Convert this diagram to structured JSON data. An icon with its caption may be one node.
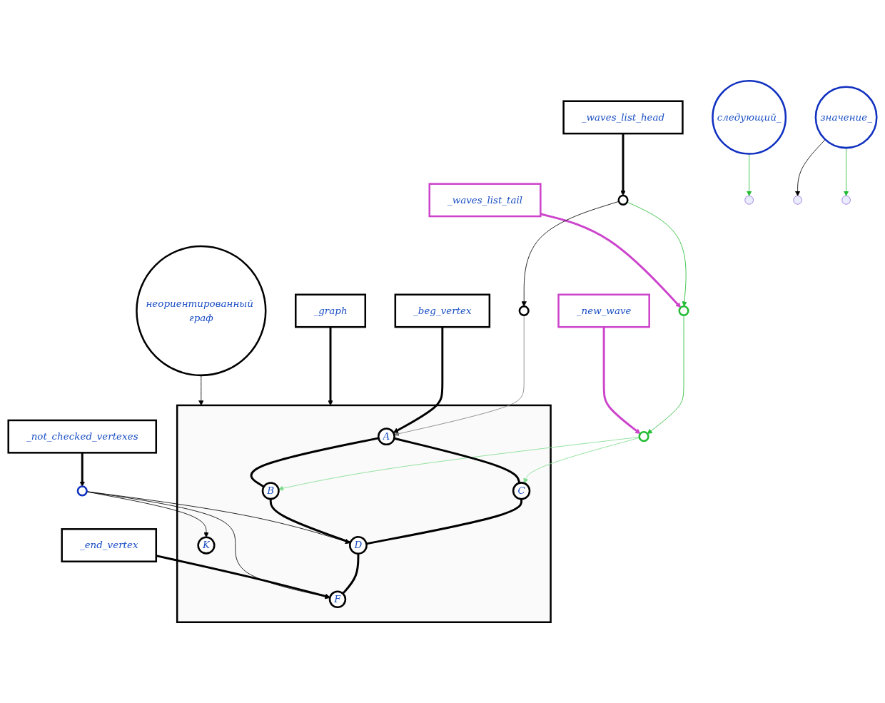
{
  "diagram": {
    "nodes": [
      {
        "text": [
          "следующий_"
        ]
      },
      {
        "text": [
          "_waves_list_head"
        ]
      },
      {
        "text": [],
        "shape": "circle"
      },
      {
        "text": [],
        "shape": "circle"
      },
      {
        "text": [
          "_waves_list_tail"
        ]
      },
      {
        "text": [
          "значение_"
        ]
      },
      {
        "text": [],
        "shape": "circle"
      },
      {
        "text": [],
        "shape": "circle"
      },
      {
        "text": [
          "_new_wave"
        ]
      },
      {
        "text": [],
        "shape": "box"
      },
      {
        "text": [
          "_graph"
        ]
      },
      {
        "text": [
          "A"
        ],
        "in": 9
      },
      {
        "text": [
          "C"
        ],
        "in": 9
      },
      {
        "text": [
          "K"
        ],
        "in": 9
      },
      {
        "text": [
          "_end_vertex"
        ]
      },
      {
        "text": [
          "_beg_vertex"
        ]
      },
      {
        "text": [
          "F"
        ],
        "in": 9
      },
      {
        "text": [
          "неориентированный граф"
        ]
      },
      {
        "text": [
          "B"
        ],
        "in": 9
      },
      {
        "text": [
          "D"
        ],
        "in": 9
      },
      {
        "text": [],
        "shape": "circle"
      },
      {
        "text": [
          "_not_checked_vertexes"
        ]
      }
    ],
    "edges": [
      {
        "from": 1,
        "to": 2,
        "arrow": "to",
        "style": "thick"
      },
      {
        "from": 2,
        "to": 3,
        "arrow": "to",
        "color": "#22bb33"
      },
      {
        "from": 0,
        "to": null,
        "arrow": "to",
        "color": "#22bb33"
      },
      {
        "from": 4,
        "to": 3,
        "arrow": "to",
        "style": "thick",
        "color": "#cc44cc"
      },
      {
        "from": 2,
        "to": 6,
        "arrow": "to"
      },
      {
        "from": 5,
        "to": null,
        "arrow": "to"
      },
      {
        "from": 3,
        "to": 7,
        "arrow": "to",
        "color": "#22bb33"
      },
      {
        "from": 5,
        "to": null,
        "arrow": "to",
        "color": "#22bb33"
      },
      {
        "from": 8,
        "to": 7,
        "arrow": "to",
        "style": "thick",
        "color": "#cc44cc"
      },
      {
        "from": 7,
        "to": 18,
        "arrow": "to",
        "color": "#7fdc8f"
      },
      {
        "from": 7,
        "to": 12,
        "arrow": "to",
        "color": "#7fdc8f"
      },
      {
        "from": 6,
        "to": 11,
        "arrow": "to",
        "color": "#808080"
      },
      {
        "from": 10,
        "to": 9,
        "arrow": "to",
        "style": "thick"
      },
      {
        "from": 15,
        "to": 11,
        "arrow": "to",
        "style": "thick"
      },
      {
        "from": 17,
        "to": 9,
        "arrow": "to"
      },
      {
        "from": 11,
        "to": 12,
        "arrow": "none",
        "style": "thick"
      },
      {
        "from": 11,
        "to": 18,
        "arrow": "none",
        "style": "thick"
      },
      {
        "from": 12,
        "to": 19,
        "arrow": "none",
        "style": "thick"
      },
      {
        "from": 18,
        "to": 19,
        "arrow": "none",
        "style": "thick"
      },
      {
        "from": 19,
        "to": 16,
        "arrow": "none",
        "style": "thick"
      },
      {
        "from": 14,
        "to": 16,
        "arrow": "to",
        "style": "thick"
      },
      {
        "from": 20,
        "to": 13,
        "arrow": "to"
      },
      {
        "from": 20,
        "to": 19,
        "arrow": "to"
      },
      {
        "from": 20,
        "to": 16,
        "arrow": "to"
      },
      {
        "from": 21,
        "to": 20,
        "arrow": "to",
        "style": "thick"
      }
    ]
  }
}
